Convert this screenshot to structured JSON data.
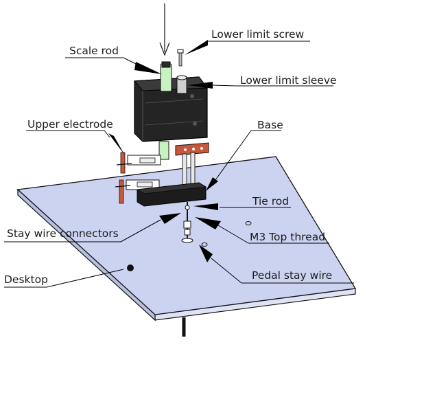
{
  "labels": {
    "lower_limit_screw": "Lower limit screw",
    "scale_rod": "Scale rod",
    "lower_limit_sleeve": "Lower limit sleeve",
    "upper_electrode": "Upper electrode",
    "base": "Base",
    "tie_rod": "Tie rod",
    "stay_wire_connectors": "Stay wire connectors",
    "m3_top_thread": "M3 Top thread",
    "desktop": "Desktop",
    "pedal_stay_wire": "Pedal stay wire"
  },
  "colors": {
    "desktop_fill": "#ccd3f1",
    "body_dark": "#242424",
    "sleeve_green": "#c8f2c2",
    "base_red": "#c9573c",
    "outline": "#111111"
  }
}
